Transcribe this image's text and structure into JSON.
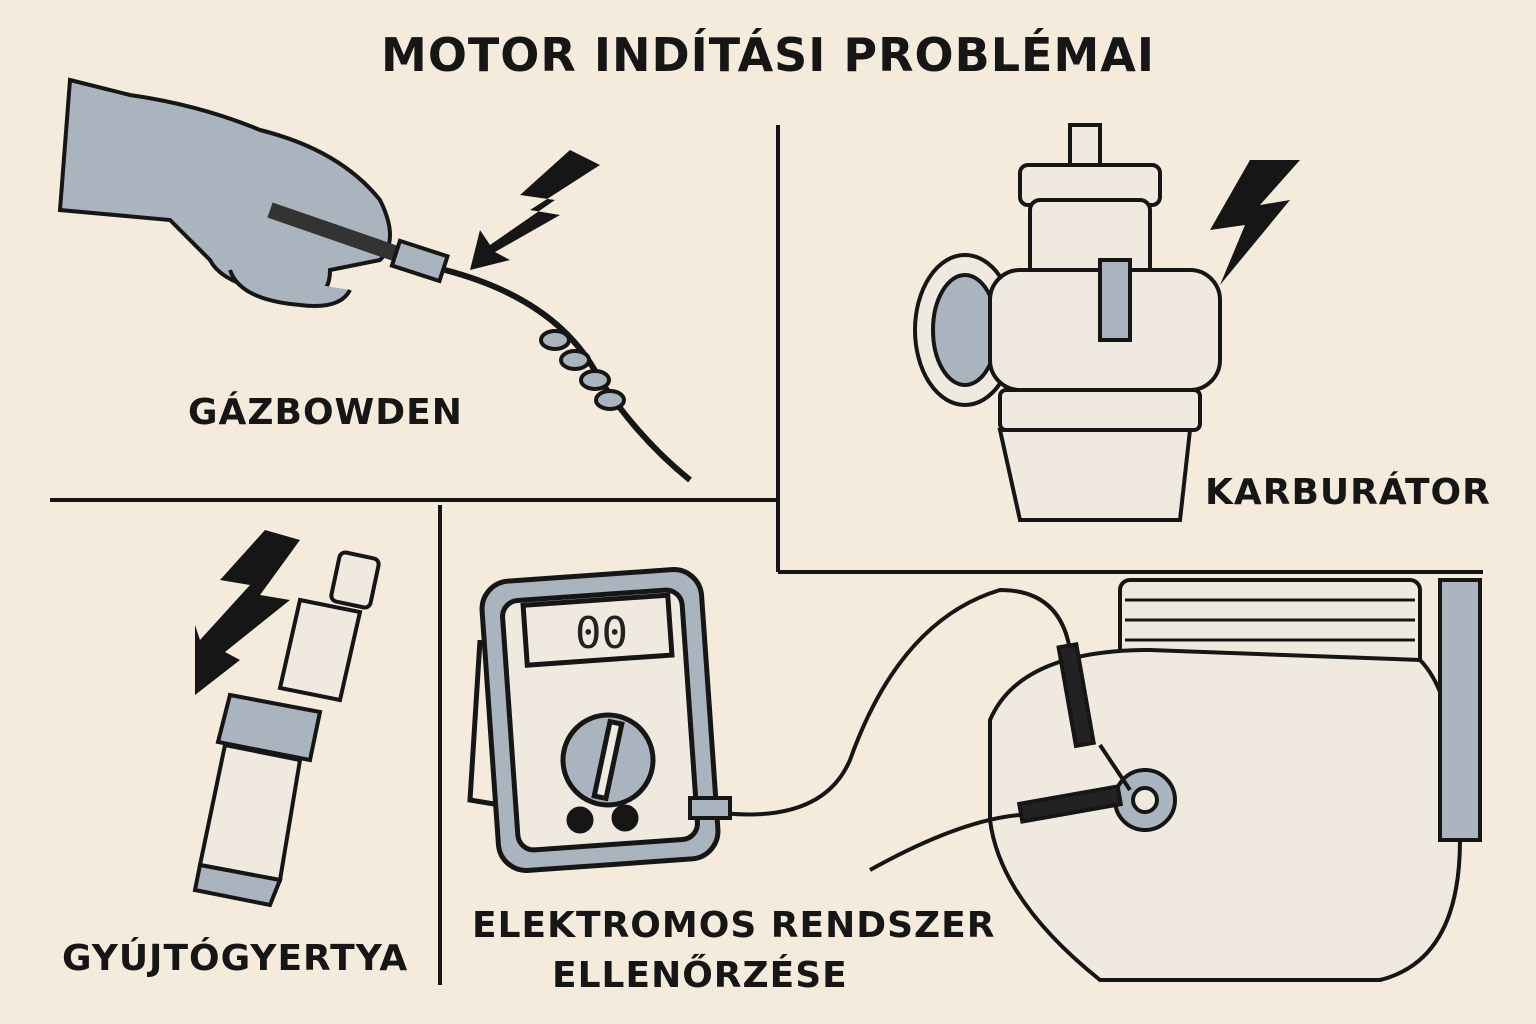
{
  "title": "MOTOR INDÍTÁSI PROBLÉMAI",
  "panels": {
    "throttle_cable": {
      "label": "GÁZBOWDEN"
    },
    "carburetor": {
      "label": "KARBURÁTOR"
    },
    "spark_plug": {
      "label": "GYÚJTÓGYERTYA"
    },
    "electrical": {
      "label_line1": "ELEKTROMOS RENDSZER",
      "label_line2": "ELLENŐRZÉSE"
    }
  },
  "multimeter": {
    "display": "00"
  },
  "colors": {
    "background": "#f4ebdd",
    "ink": "#161616",
    "accent_gray": "#a9b4bf"
  }
}
